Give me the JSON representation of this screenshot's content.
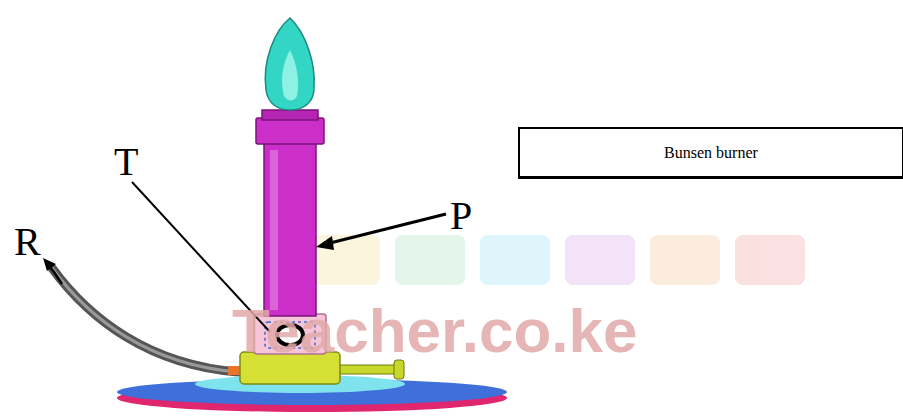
{
  "diagram": {
    "nodes": [
      {
        "text": [
          "Bunsen burner"
        ]
      }
    ],
    "labels": [
      "T",
      "P",
      "R",
      "Teacher.co.ke"
    ]
  }
}
